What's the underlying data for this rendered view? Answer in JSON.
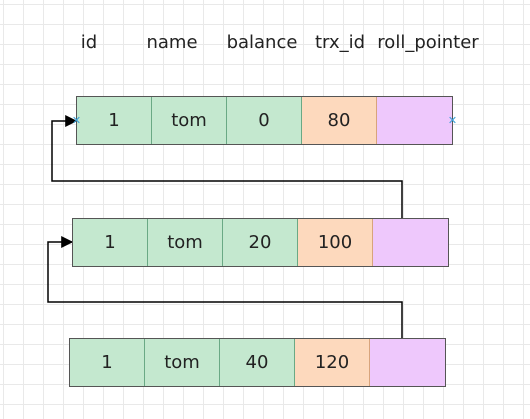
{
  "headers": [
    "id",
    "name",
    "balance",
    "trx_id",
    "roll_pointer"
  ],
  "rows": [
    {
      "id": "1",
      "name": "tom",
      "balance": "0",
      "trx_id": "80",
      "roll_pointer": ""
    },
    {
      "id": "1",
      "name": "tom",
      "balance": "20",
      "trx_id": "100",
      "roll_pointer": ""
    },
    {
      "id": "1",
      "name": "tom",
      "balance": "40",
      "trx_id": "120",
      "roll_pointer": ""
    }
  ],
  "colors": {
    "data_cell": "#c4e8cf",
    "trx_id_cell": "#fdd9bd",
    "roll_pointer_cell": "#eec8fc",
    "connector": "#000000",
    "selection_marker": "#3aa0d8"
  },
  "connectors": [
    {
      "from_row": 2,
      "to_row": 1
    },
    {
      "from_row": 3,
      "to_row": 2
    }
  ]
}
